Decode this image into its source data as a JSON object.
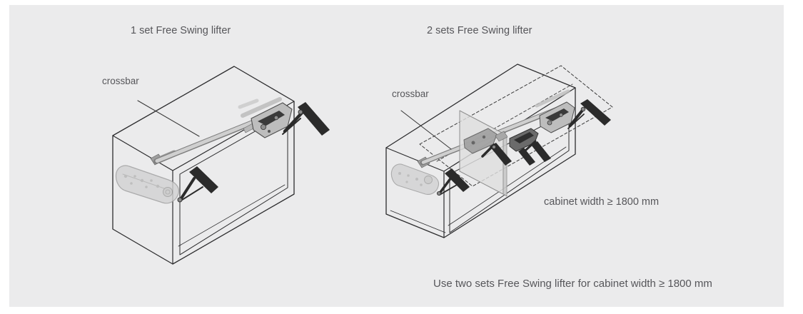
{
  "figure_one_set": {
    "title": "1 set Free Swing lifter",
    "crossbar_label": "crossbar"
  },
  "figure_two_sets": {
    "title": "2 sets Free Swing lifter",
    "crossbar_label": "crossbar",
    "caption": "cabinet width ≥ 1800 mm"
  },
  "footnote": "Use two sets Free Swing lifter for cabinet width ≥ 1800 mm",
  "colors": {
    "panel_background": "#ebebec",
    "text": "#56565a",
    "line_art": "#2c2c2e",
    "crossbar_fill": "#cfcfcf",
    "mechanism_dark": "#2b2b2b",
    "mechanism_light": "#d2d2d2",
    "partition_fill": "#dedede"
  }
}
